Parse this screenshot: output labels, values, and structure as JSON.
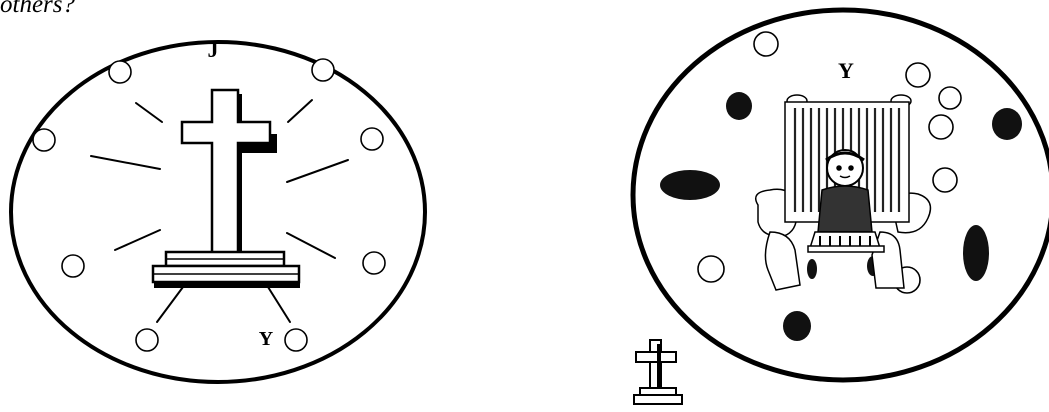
{
  "caption": "others?",
  "left_diagram": {
    "top_letter": "J",
    "bottom_letter": "Y",
    "center_icon": "cross-on-steps",
    "open_circle_count": 8
  },
  "right_diagram": {
    "top_letter": "Y",
    "center_icon": "seated-figure-on-throne",
    "open_circle_count": 7,
    "filled_dot_count": 7
  },
  "corner_icon": "small-cross-icon"
}
